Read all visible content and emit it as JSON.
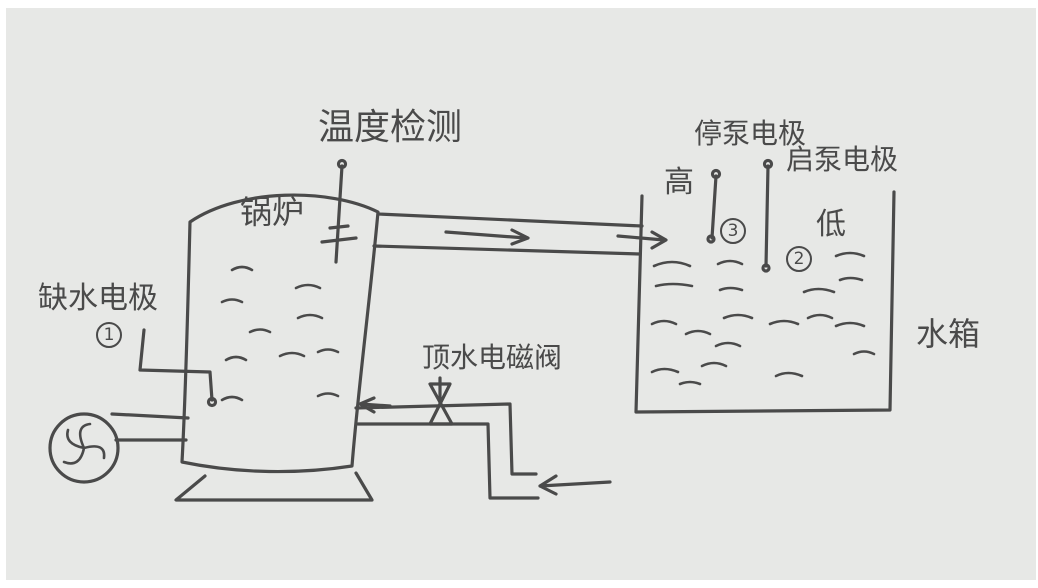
{
  "colors": {
    "paper": "#e7e8e6",
    "ink": "#4a4a4a",
    "border": "#ffffff"
  },
  "labels": {
    "temp_detect": "温度检测",
    "boiler": "锅炉",
    "water_shortage_electrode": "缺水电极",
    "electrode_1": "1",
    "stop_pump_electrode": "停泵电极",
    "start_pump_electrode": "启泵电极",
    "high": "高",
    "low": "低",
    "electrode_3": "3",
    "electrode_2": "2",
    "water_tank": "水箱",
    "valve": "顶水电磁阀"
  },
  "icons": {
    "pump": "pump-icon",
    "valve": "valve-icon"
  }
}
